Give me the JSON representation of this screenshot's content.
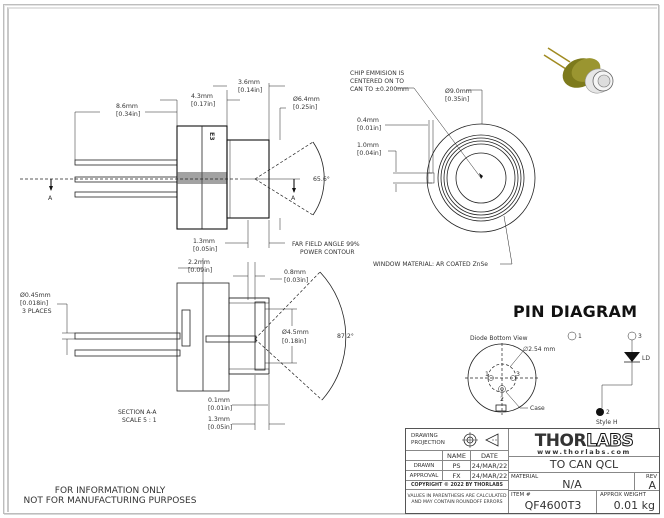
{
  "drawing": {
    "side_view": {
      "dims": {
        "lead_length": {
          "mm": "8.6mm",
          "in": "[0.34in]"
        },
        "base_length": {
          "mm": "4.3mm",
          "in": "[0.17in]"
        },
        "cap_length": {
          "mm": "3.6mm",
          "in": "[0.14in]"
        },
        "cap_diameter": {
          "mm": "Ø6.4mm",
          "in": "[0.25in]"
        },
        "window_offset": {
          "mm": "1.3mm",
          "in": "[0.05in]"
        }
      },
      "angle": "65.6°",
      "section_marker": "A",
      "far_field_note": [
        "FAR FIELD ANGLE 99%",
        "POWER CONTOUR"
      ],
      "body_mark": "E3"
    },
    "front_view": {
      "chip_note": [
        "CHIP EMMISION IS",
        "CENTERED ON TO",
        "CAN TO ±0.200mm"
      ],
      "outer_diameter": {
        "mm": "Ø9.0mm",
        "in": "[0.35in]"
      },
      "tab_width": {
        "mm": "0.4mm",
        "in": "[0.01in]"
      },
      "tab_depth": {
        "mm": "1.0mm",
        "in": "[0.04in]"
      },
      "window_note": "WINDOW MATERIAL: AR COATED ZnSe"
    },
    "section_view": {
      "dims": {
        "step": {
          "mm": "2.2mm",
          "in": "[0.09in]"
        },
        "cap_wall": {
          "mm": "0.8mm",
          "in": "[0.03in]"
        },
        "pin_diameter": {
          "mm": "Ø0.45mm",
          "in": "[0.018in]",
          "note": "3 PLACES"
        },
        "window_diameter": {
          "mm": "Ø4.5mm",
          "in": "[0.18in]"
        },
        "window_thickness": {
          "mm": "0.1mm",
          "in": "[0.01in]"
        },
        "window_recess": {
          "mm": "1.3mm",
          "in": "[0.05in]"
        }
      },
      "angle": "87.2°",
      "label": [
        "SECTION A-A",
        "SCALE 5 : 1"
      ]
    },
    "photo": {
      "description": "TO can package render",
      "colors": {
        "base": "#8a8420",
        "cap": "#e8e8e8"
      }
    }
  },
  "pin_diagram": {
    "title": "PIN DIAGRAM",
    "bottom_view_label": "Diode Bottom View",
    "pitch_label": "∅2.54 mm",
    "pins": [
      "1",
      "2",
      "3"
    ],
    "case_label": "Case",
    "schematic": {
      "pin1": "1",
      "pin3": "3",
      "pin2": "2",
      "device": "LD",
      "style": "Style H"
    }
  },
  "footer": {
    "line1": "FOR INFORMATION ONLY",
    "line2": "NOT FOR MANUFACTURING PURPOSES"
  },
  "title_block": {
    "projection_label": [
      "DRAWING",
      "PROJECTION"
    ],
    "headers": {
      "name": "NAME",
      "date": "DATE"
    },
    "rows": [
      {
        "role": "DRAWN",
        "name": "PS",
        "date": "24/MAR/22"
      },
      {
        "role": "APPROVAL",
        "name": "FX",
        "date": "24/MAR/22"
      }
    ],
    "copyright": "COPYRIGHT © 2022 BY THORLABS",
    "disclaimer": [
      "VALUES IN PARENTHESIS ARE CALCULATED",
      "AND MAY CONTAIN ROUNDOFF ERRORS"
    ],
    "logo_left": "THOR",
    "logo_right": "LABS",
    "website": "www.thorlabs.com",
    "title": "TO CAN QCL",
    "material_label": "MATERIAL",
    "material": "N/A",
    "rev_label": "REV",
    "rev": "A",
    "item_label": "ITEM #",
    "item": "QF4600T3",
    "weight_label": "APPROX WEIGHT",
    "weight": "0.01 kg"
  }
}
